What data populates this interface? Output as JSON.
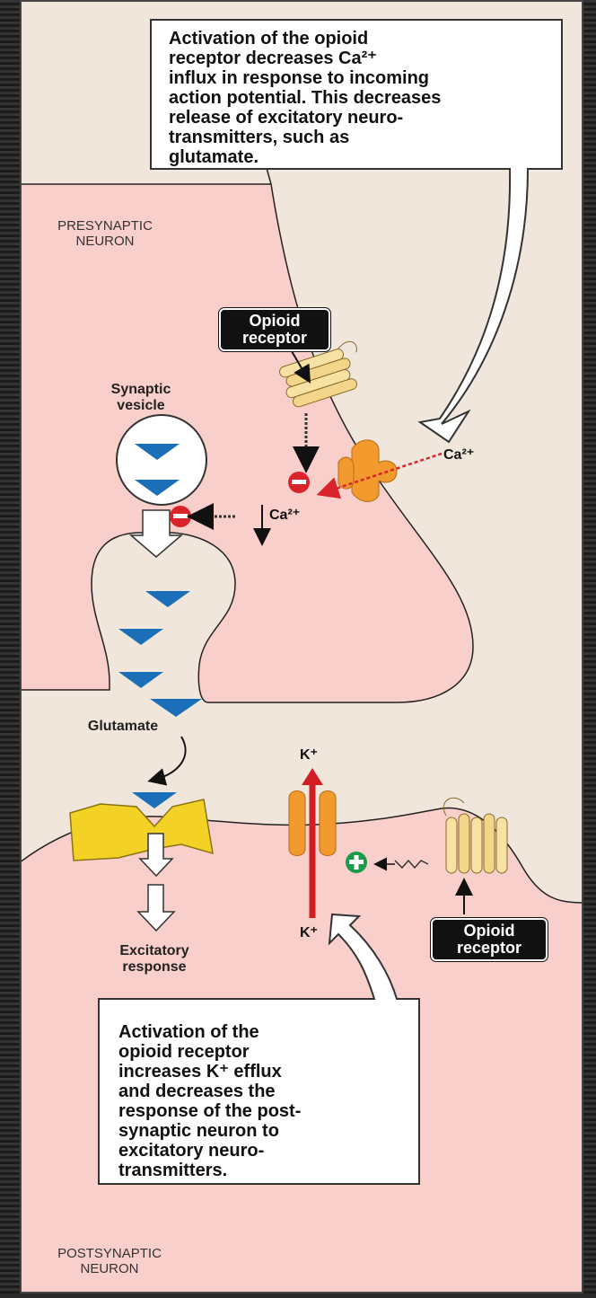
{
  "callouts": {
    "top": "Activation of the opioid\nreceptor decreases Ca²⁺\ninflux in response to incoming\naction potential. This decreases\nrelease of excitatory neuro-\ntransmitters, such as\nglutamate.",
    "bottom": "Activation of the\nopioid receptor\nincreases K⁺ efflux\nand decreases the\nresponse of the post-\nsynaptic neuron to\nexcitatory neuro-\ntransmitters."
  },
  "regions": {
    "presynaptic": "PRESYNAPTIC\nNEURON",
    "postsynaptic": "POSTSYNAPTIC\nNEURON"
  },
  "labels": {
    "opioid_receptor_top": "Opioid\nreceptor",
    "opioid_receptor_bottom": "Opioid\nreceptor",
    "synaptic_vesicle": "Synaptic\nvesicle",
    "glutamate": "Glutamate",
    "excitatory_response": "Excitatory\nresponse",
    "ca_outside": "Ca²⁺",
    "ca_inside": "Ca²⁺",
    "k_top": "K⁺",
    "k_bottom": "K⁺",
    "minus_symbol": "−",
    "plus_symbol": "+"
  },
  "colors": {
    "background": "#f1e6dc",
    "neuron_fill": "#f9cfcb",
    "vesicle_triangle": "#1a6fb8",
    "ca_channel": "#f29a2e",
    "glutamate_receptor": "#f4d225",
    "inhibit_red": "#d8242a",
    "activate_green": "#1f9a4a",
    "k_arrow": "#d01e22"
  }
}
